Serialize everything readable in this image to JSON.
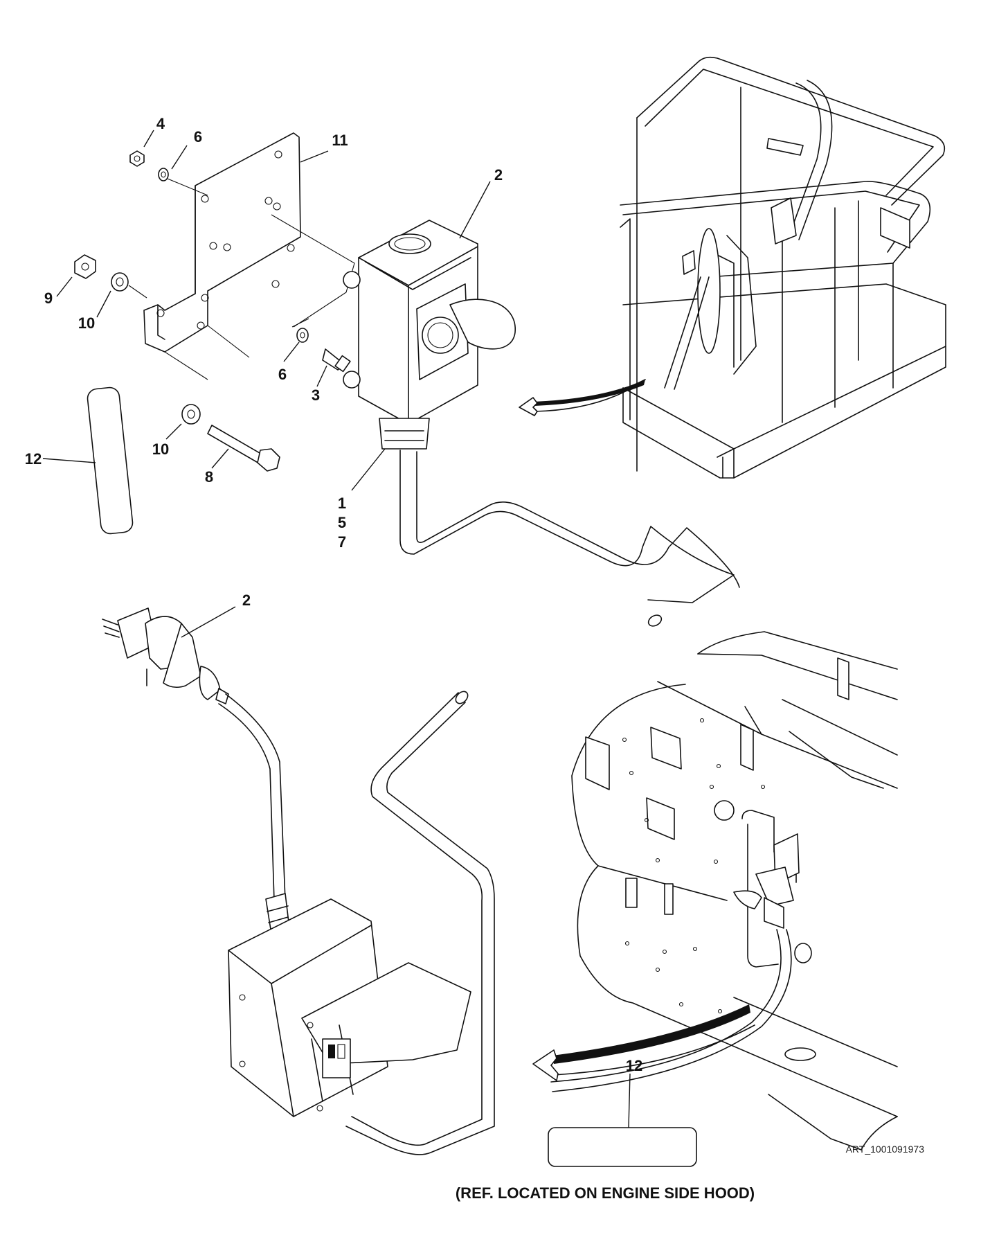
{
  "callouts": {
    "c4": "4",
    "c6a": "6",
    "c11": "11",
    "c2a": "2",
    "c9": "9",
    "c10a": "10",
    "c6b": "6",
    "c3": "3",
    "c10b": "10",
    "c12a": "12",
    "c8": "8",
    "c1": "1",
    "c5": "5",
    "c7": "7",
    "c2b": "2",
    "c12b": "12"
  },
  "footer": {
    "reference_note": "(REF. LOCATED ON ENGINE SIDE HOOD)",
    "art_number": "ART_1001091973"
  }
}
